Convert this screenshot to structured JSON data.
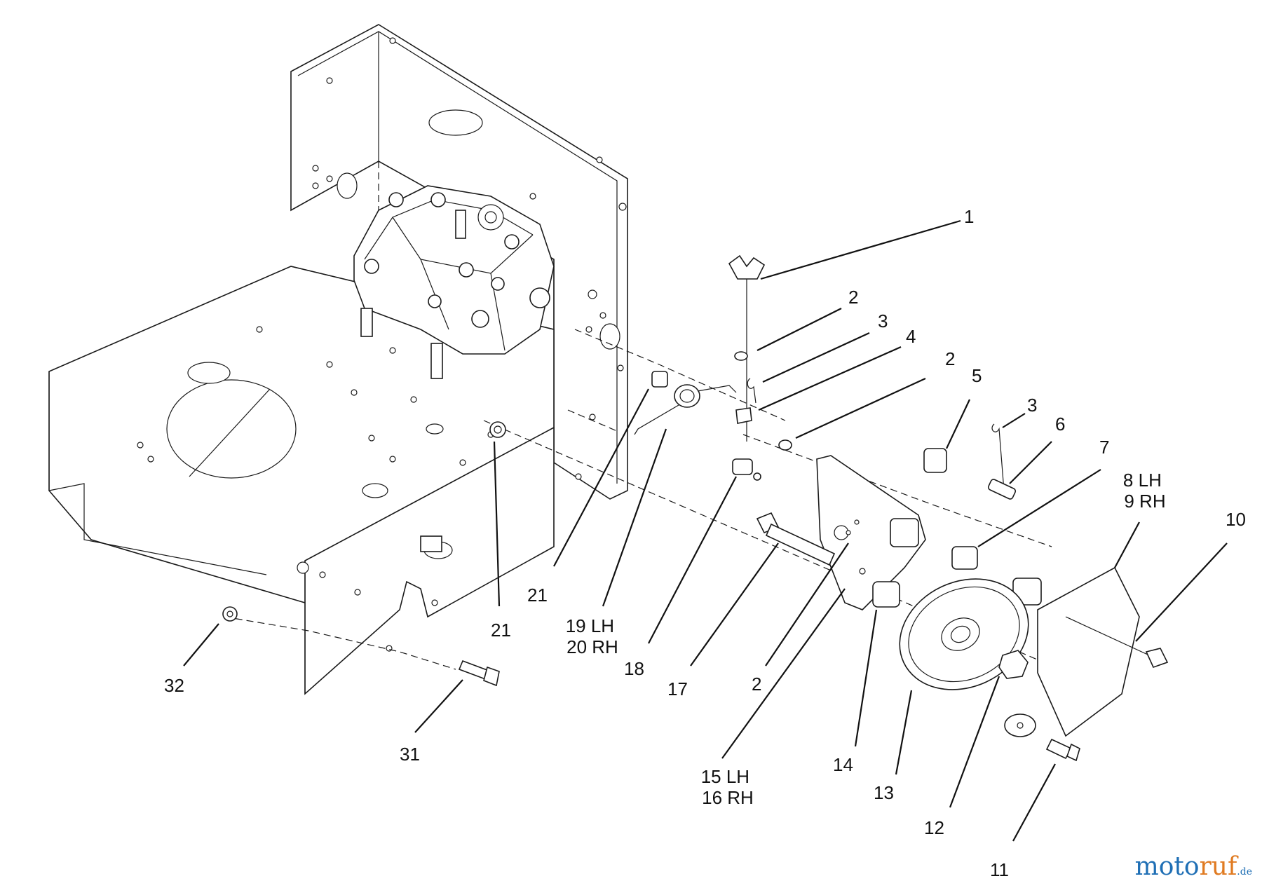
{
  "callouts": [
    {
      "id": "c1",
      "lines": [
        "1"
      ]
    },
    {
      "id": "c2a",
      "lines": [
        "2"
      ]
    },
    {
      "id": "c3a",
      "lines": [
        "3"
      ]
    },
    {
      "id": "c4",
      "lines": [
        "4"
      ]
    },
    {
      "id": "c2b",
      "lines": [
        "2"
      ]
    },
    {
      "id": "c5",
      "lines": [
        "5"
      ]
    },
    {
      "id": "c3b",
      "lines": [
        "3"
      ]
    },
    {
      "id": "c6",
      "lines": [
        "6"
      ]
    },
    {
      "id": "c7",
      "lines": [
        "7"
      ]
    },
    {
      "id": "c8",
      "lines": [
        "8 LH",
        "9 RH"
      ]
    },
    {
      "id": "c10",
      "lines": [
        "10"
      ]
    },
    {
      "id": "c21a",
      "lines": [
        "21"
      ]
    },
    {
      "id": "c21b",
      "lines": [
        "21"
      ]
    },
    {
      "id": "c19",
      "lines": [
        "19 LH",
        "20 RH"
      ]
    },
    {
      "id": "c18",
      "lines": [
        "18"
      ]
    },
    {
      "id": "c17",
      "lines": [
        "17"
      ]
    },
    {
      "id": "c2c",
      "lines": [
        "2"
      ]
    },
    {
      "id": "c15",
      "lines": [
        "15 LH",
        "16 RH"
      ]
    },
    {
      "id": "c14",
      "lines": [
        "14"
      ]
    },
    {
      "id": "c13",
      "lines": [
        "13"
      ]
    },
    {
      "id": "c12",
      "lines": [
        "12"
      ]
    },
    {
      "id": "c11",
      "lines": [
        "11"
      ]
    },
    {
      "id": "c32",
      "lines": [
        "32"
      ]
    },
    {
      "id": "c31",
      "lines": [
        "31"
      ]
    }
  ],
  "watermark": {
    "part1": "moto",
    "part2": "ruf",
    "suffix": ".de"
  }
}
